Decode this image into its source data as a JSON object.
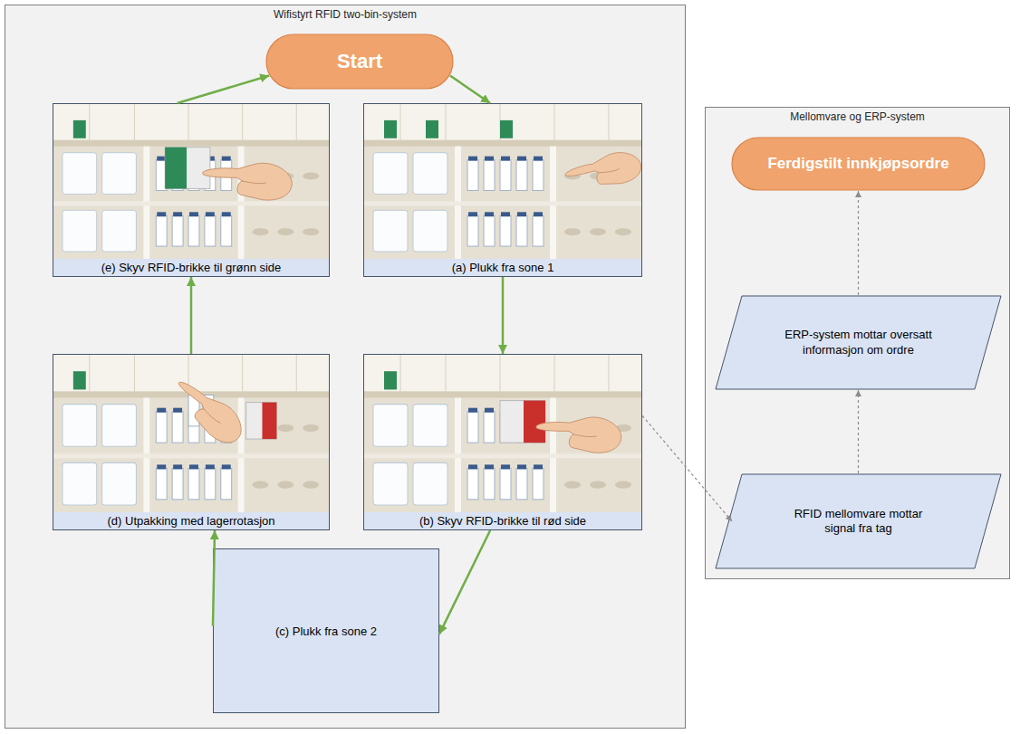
{
  "diagram": {
    "nodes": [
      {
        "text": [
          "Wifistyrt RFID two-bin-system"
        ]
      },
      {
        "text": [
          "Start"
        ],
        "in": 0
      },
      {
        "text": [
          "(a) Plukk fra sone 1"
        ],
        "in": 0
      },
      {
        "text": [
          "(b) Skyv RFID-brikke til rød side"
        ],
        "in": 0
      },
      {
        "text": [
          "(c) Plukk fra sone 2"
        ],
        "in": 0
      },
      {
        "text": [
          "(d) Utpakking med lagerrotasjon"
        ],
        "in": 0
      },
      {
        "text": [
          "(e) Skyv RFID-brikke til grønn side"
        ],
        "in": 0
      },
      {
        "text": [
          "Mellomvare og ERP-system"
        ]
      },
      {
        "text": [
          "Ferdigstilt innkjøpsordre"
        ],
        "in": 7
      },
      {
        "text": [
          "ERP-system mottar oversatt informasjon om ordre"
        ],
        "in": 7
      },
      {
        "text": [
          "RFID mellomvare mottar signal fra tag"
        ],
        "in": 7
      }
    ],
    "edges": [
      {
        "from": 1,
        "to": 2,
        "arrow": "to"
      },
      {
        "from": 2,
        "to": 3,
        "arrow": "to"
      },
      {
        "from": 3,
        "to": 4,
        "arrow": "to"
      },
      {
        "from": 4,
        "to": 5,
        "arrow": "to"
      },
      {
        "from": 5,
        "to": 6,
        "arrow": "to"
      },
      {
        "from": 6,
        "to": 1,
        "arrow": "to"
      },
      {
        "from": 3,
        "to": 10,
        "arrow": "to"
      },
      {
        "from": 10,
        "to": 9,
        "arrow": "to"
      },
      {
        "from": 9,
        "to": 8,
        "arrow": "to"
      }
    ]
  }
}
